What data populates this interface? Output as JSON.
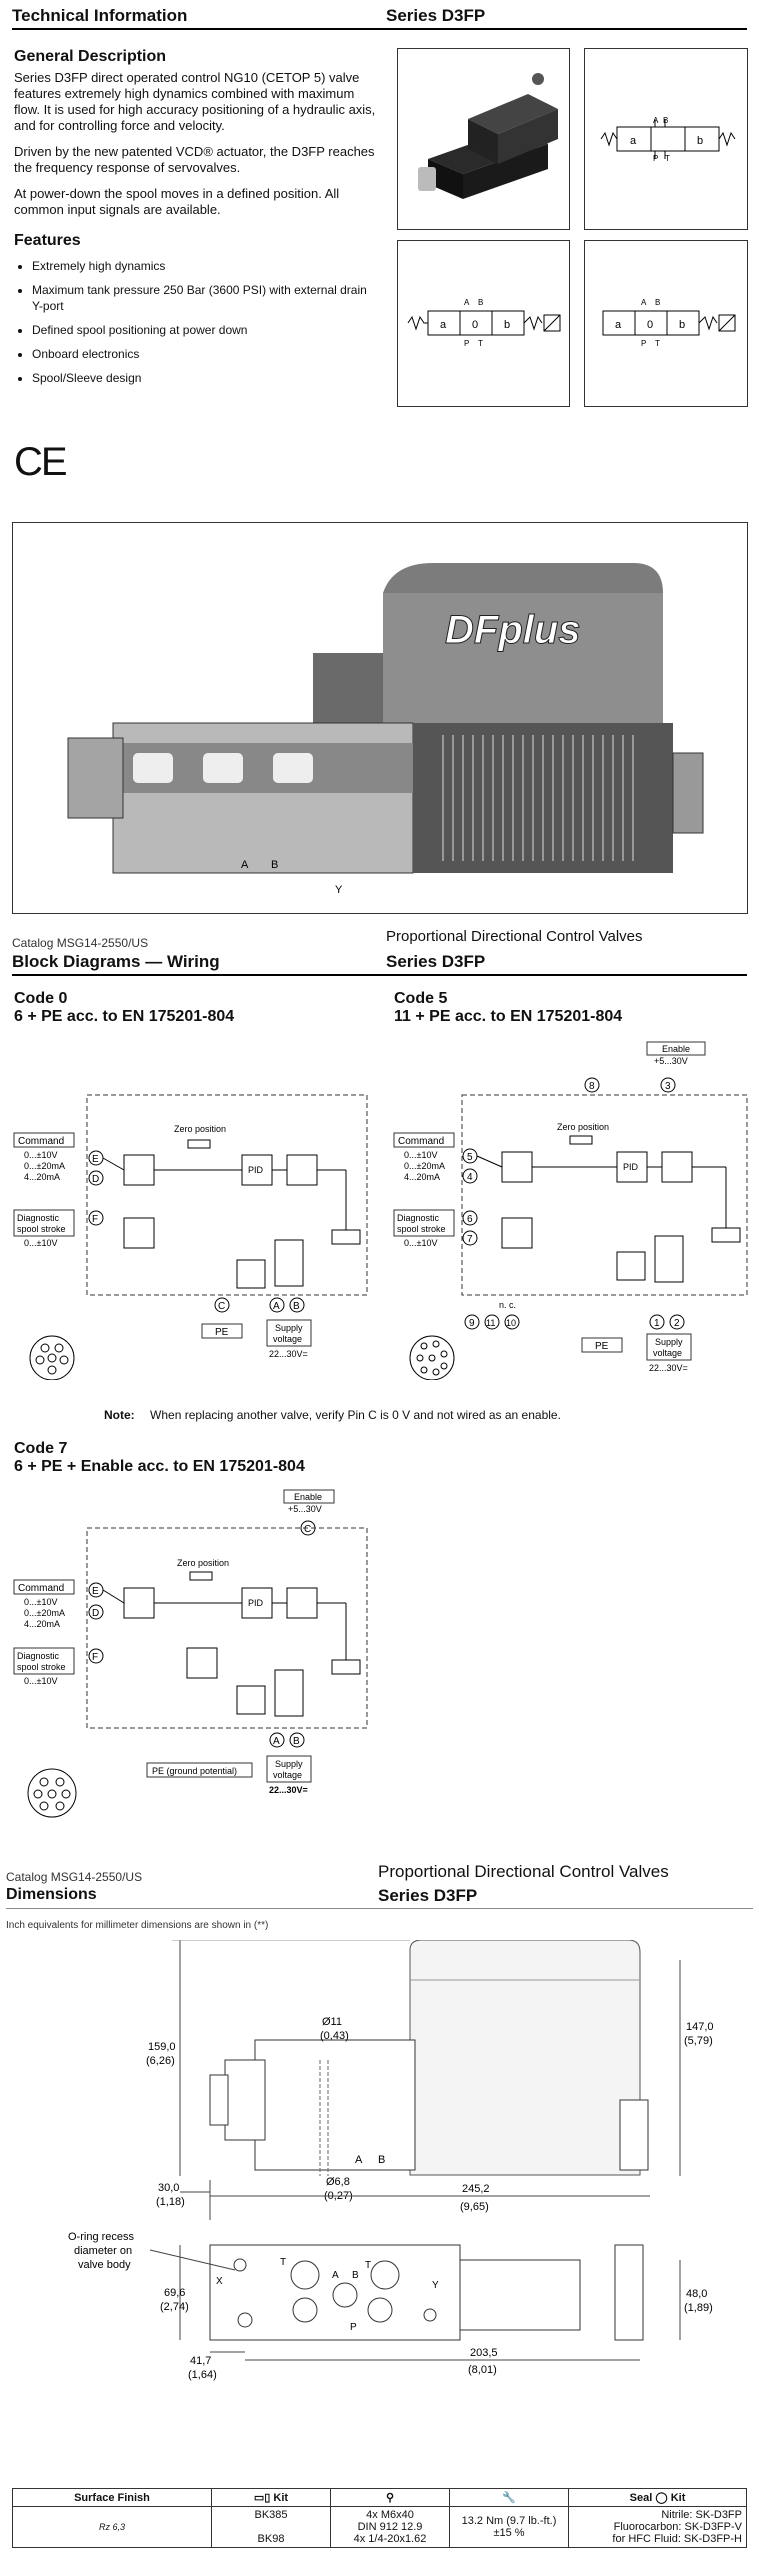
{
  "page1": {
    "header_left": "Technical Information",
    "header_right": "Series D3FP",
    "general_title": "General Description",
    "general_p1": "Series D3FP direct operated control NG10 (CETOP 5) valve features extremely high dynamics combined with maximum flow. It is used for high accuracy positioning of a hydraulic axis, and for controlling force and velocity.",
    "general_p2": "Driven by the new patented VCD® actuator, the D3FP reaches the frequency response of servovalves.",
    "general_p3": "At power-down the spool moves in a defined position. All common input signals are available.",
    "features_title": "Features",
    "features": [
      "Extremely high dynamics",
      "Maximum tank pressure 250 Bar (3600 PSI) with external drain Y-port",
      "Defined spool positioning at power down",
      "Onboard electronics",
      "Spool/Sleeve design"
    ],
    "ce_mark": "CE",
    "brand_mark": "DFplus",
    "symbol_labels": {
      "a": "a",
      "zero": "0",
      "b": "b",
      "A": "A",
      "B": "B",
      "P": "P",
      "T": "T",
      "Y": "Y"
    }
  },
  "page2": {
    "catalog": "Catalog MSG14-2550/US",
    "header_right_top": "Proportional Directional Control Valves",
    "header_left": "Block Diagrams — Wiring",
    "header_right": "Series D3FP",
    "code0_title": "Code 0",
    "code0_sub": "6 + PE acc. to EN 175201-804",
    "code5_title": "Code 5",
    "code5_sub": "11 + PE acc. to EN 175201-804",
    "code7_title": "Code 7",
    "code7_sub": "6 + PE + Enable acc. to EN 175201-804",
    "note_label": "Note:",
    "note_text": "When replacing another valve, verify Pin C is 0 V and not wired as an enable.",
    "diagram": {
      "command": "Command",
      "cmd_v": "0...±10V",
      "cmd_i1": "0...±20mA",
      "cmd_i2": "4...20mA",
      "diag1": "Diagnostic",
      "diag2": "spool stroke",
      "diag_v": "0...±10V",
      "zero_pos": "Zero position",
      "pid": "PID",
      "pe": "PE",
      "pe_ground": "PE (ground potential)",
      "supply1": "Supply",
      "supply2": "voltage",
      "supply_v": "22...30V=",
      "enable": "Enable",
      "enable_v": "+5...30V",
      "nc": "n. c.",
      "pins0": [
        "E",
        "D",
        "F",
        "C",
        "A",
        "B"
      ],
      "pins5": [
        "5",
        "4",
        "6",
        "7",
        "8",
        "3",
        "9",
        "11",
        "10",
        "1",
        "2"
      ]
    }
  },
  "page3": {
    "catalog": "Catalog MSG14-2550/US",
    "header_right_top": "Proportional Directional Control Valves",
    "header_left": "Dimensions",
    "header_right": "Series D3FP",
    "inch_note": "Inch equivalents for millimeter dimensions are shown in (**)",
    "dims": {
      "d159": "159,0",
      "d159i": "(6,26)",
      "d147": "147,0",
      "d147i": "(5,79)",
      "d11": "Ø11",
      "d11i": "(0,43)",
      "d68": "Ø6,8",
      "d68i": "(0,27)",
      "d30": "30,0",
      "d30i": "(1,18)",
      "d245": "245,2",
      "d245i": "(9,65)",
      "d696": "69,6",
      "d696i": "(2,74)",
      "d48": "48,0",
      "d48i": "(1,89)",
      "d417": "41,7",
      "d417i": "(1,64)",
      "d2035": "203,5",
      "d2035i": "(8,01)",
      "oring1": "O-ring recess",
      "oring2": "diameter on",
      "oring3": "valve body",
      "lblA": "A",
      "lblB": "B",
      "lblP": "P",
      "lblT": "T",
      "lblX": "X",
      "lblY": "Y"
    },
    "table": {
      "h_surface": "Surface Finish",
      "h_kit": "Kit",
      "h_seal": "Seal",
      "h_seal_kit": "Kit",
      "surface_val": "Rz 6,3",
      "kit1": "BK385",
      "kit2": "BK98",
      "bolt1": "4x M6x40",
      "bolt2": "DIN 912 12.9",
      "bolt3": "4x 1/4-20x1.62",
      "torque1": "13.2 Nm (9.7 lb.-ft.)",
      "torque2": "±15 %",
      "seal1": "Nitrile: SK-D3FP",
      "seal2": "Fluorocarbon: SK-D3FP-V",
      "seal3": "for HFC Fluid: SK-D3FP-H"
    }
  }
}
